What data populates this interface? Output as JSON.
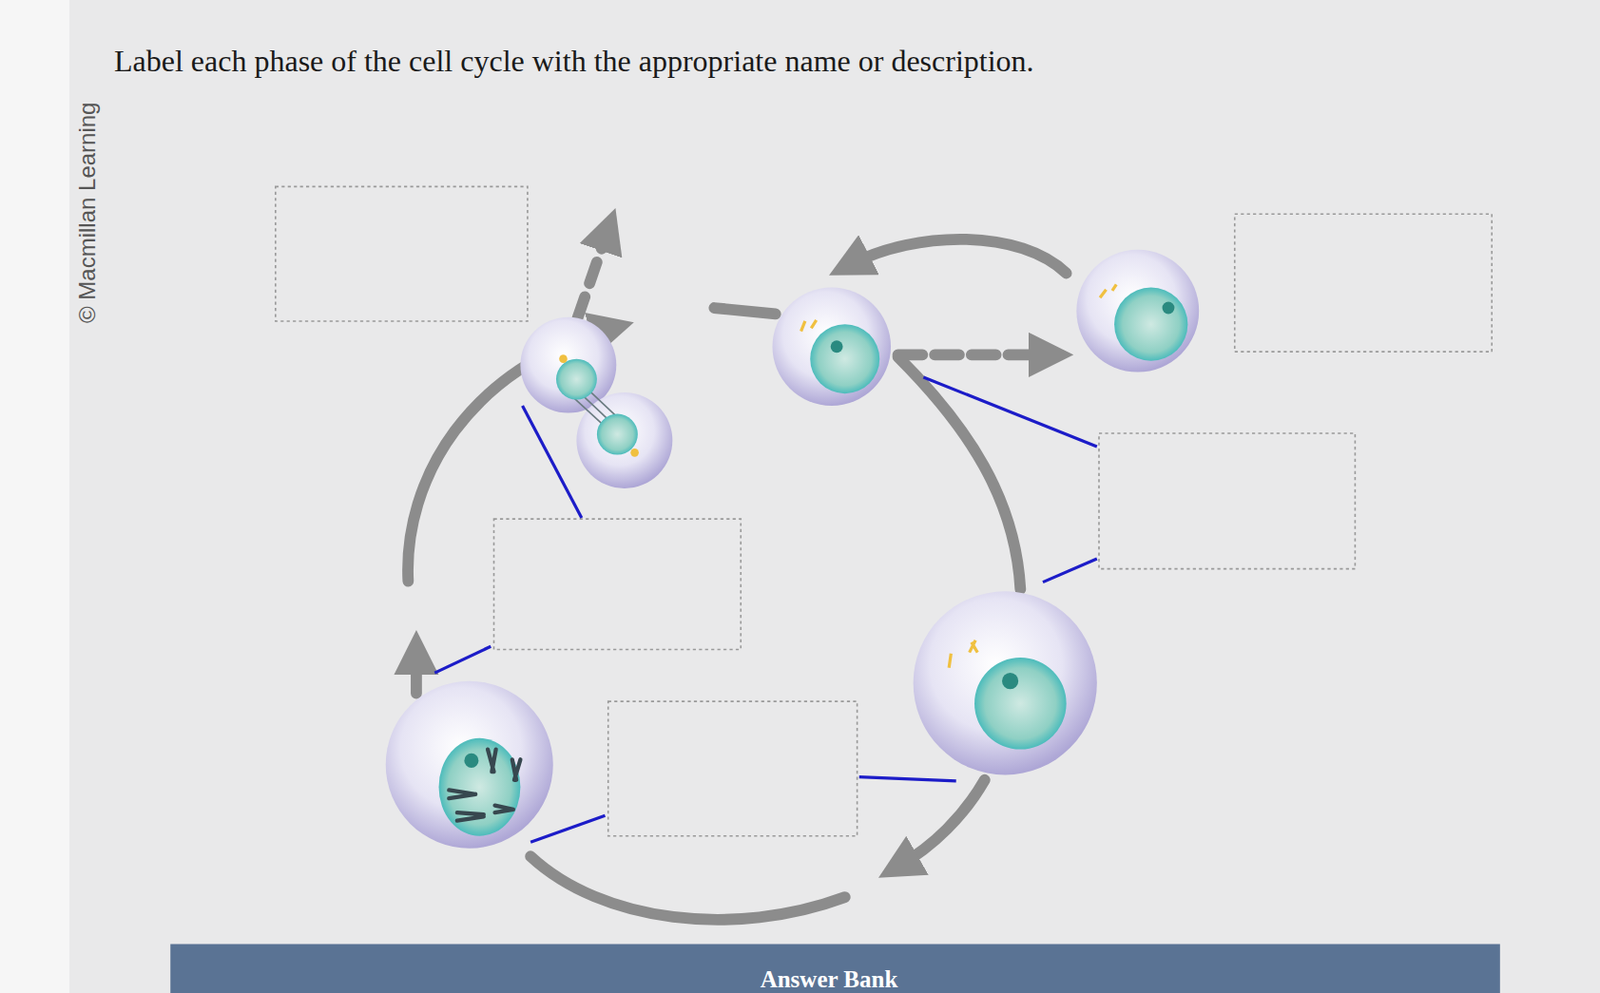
{
  "diagram": {
    "title": "Label each phase of the cell cycle with the appropriate name or description.",
    "labels": [
      "© Macmillan Learning",
      "Answer Bank"
    ]
  }
}
